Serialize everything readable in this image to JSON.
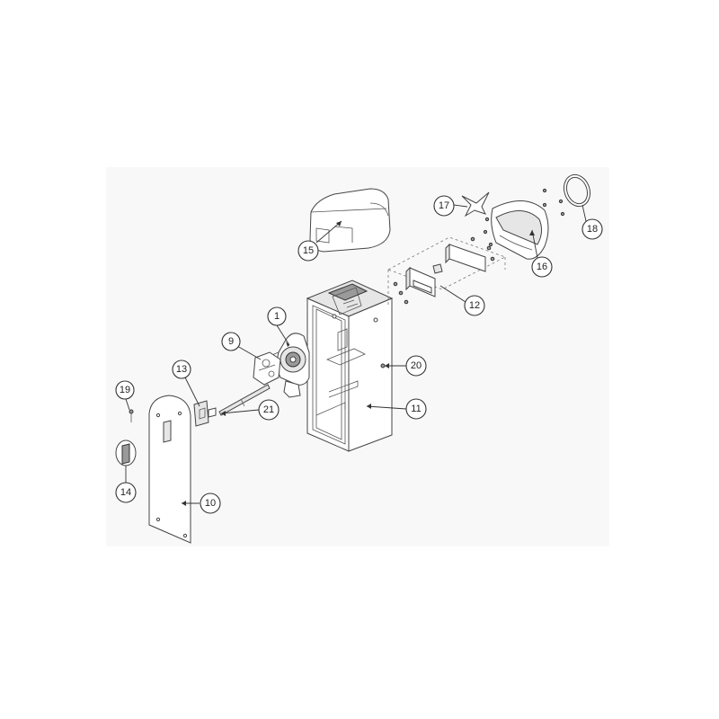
{
  "diagram": {
    "callouts": [
      {
        "id": "c1",
        "label": "1"
      },
      {
        "id": "c9",
        "label": "9"
      },
      {
        "id": "c10",
        "label": "10"
      },
      {
        "id": "c11",
        "label": "11"
      },
      {
        "id": "c12",
        "label": "12"
      },
      {
        "id": "c13",
        "label": "13"
      },
      {
        "id": "c14",
        "label": "14"
      },
      {
        "id": "c15",
        "label": "15"
      },
      {
        "id": "c16",
        "label": "16"
      },
      {
        "id": "c17",
        "label": "17"
      },
      {
        "id": "c18",
        "label": "18"
      },
      {
        "id": "c19",
        "label": "19"
      },
      {
        "id": "c20",
        "label": "20"
      },
      {
        "id": "c21",
        "label": "21"
      }
    ]
  }
}
